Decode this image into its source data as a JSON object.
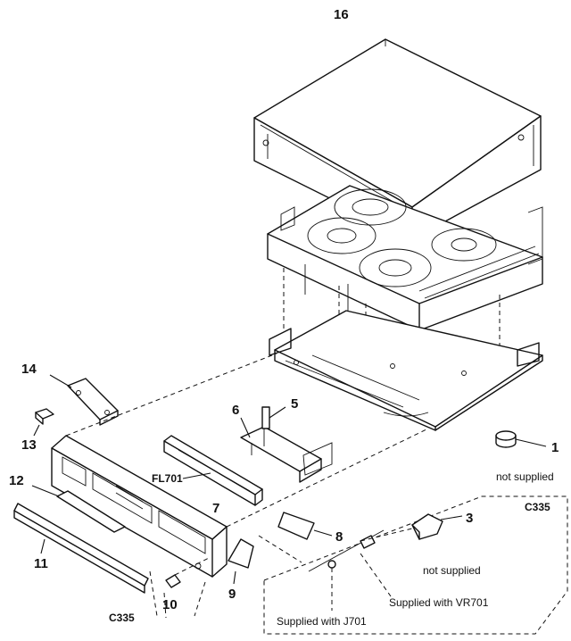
{
  "callouts": {
    "c1": "1",
    "c3": "3",
    "c5": "5",
    "c6": "6",
    "c7": "7",
    "c8": "8",
    "c9": "9",
    "c10": "10",
    "c11": "11",
    "c12": "12",
    "c13": "13",
    "c14": "14",
    "c16": "16"
  },
  "refs": {
    "fl701": "FL701",
    "c335_top": "C335",
    "c335_bottom": "C335"
  },
  "notes": {
    "not_supplied_1": "not supplied",
    "not_supplied_2": "not supplied",
    "supplied_vr701": "Supplied with VR701",
    "supplied_j701": "Supplied with J701"
  }
}
